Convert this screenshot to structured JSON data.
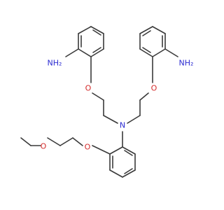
{
  "molecule": {
    "atoms": {
      "nh2_left": "NH₂",
      "nh2_right": "NH₂",
      "o_left": "O",
      "o_right": "O",
      "n_center": "N",
      "o_lower": "O",
      "o_methoxy": "O"
    },
    "colors": {
      "bond": "#3a3a3a",
      "nitrogen": "#2b2bd1",
      "oxygen": "#d42b2b"
    }
  }
}
